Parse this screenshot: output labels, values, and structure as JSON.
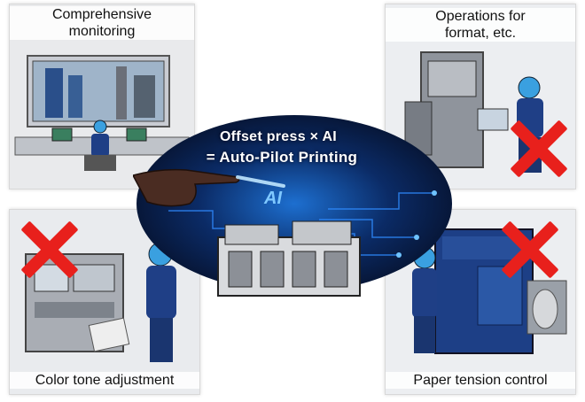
{
  "center": {
    "line1": "Offset press × AI",
    "line2": "= Auto-Pilot Printing",
    "ai_label": "AI"
  },
  "panels": {
    "top_left": {
      "caption": "Comprehensive\nmonitoring",
      "crossed": false
    },
    "top_right": {
      "caption": "Operations for\nformat, etc.",
      "crossed": true
    },
    "bottom_left": {
      "caption": "Color tone adjustment",
      "crossed": true
    },
    "bottom_right": {
      "caption": "Paper tension control",
      "crossed": true
    }
  },
  "colors": {
    "cross": "#e8201c",
    "oval_dark": "#06122e",
    "oval_glow": "#1d6fd0",
    "worker_uniform": "#1f3f86",
    "helmet": "#3aa0e0"
  }
}
